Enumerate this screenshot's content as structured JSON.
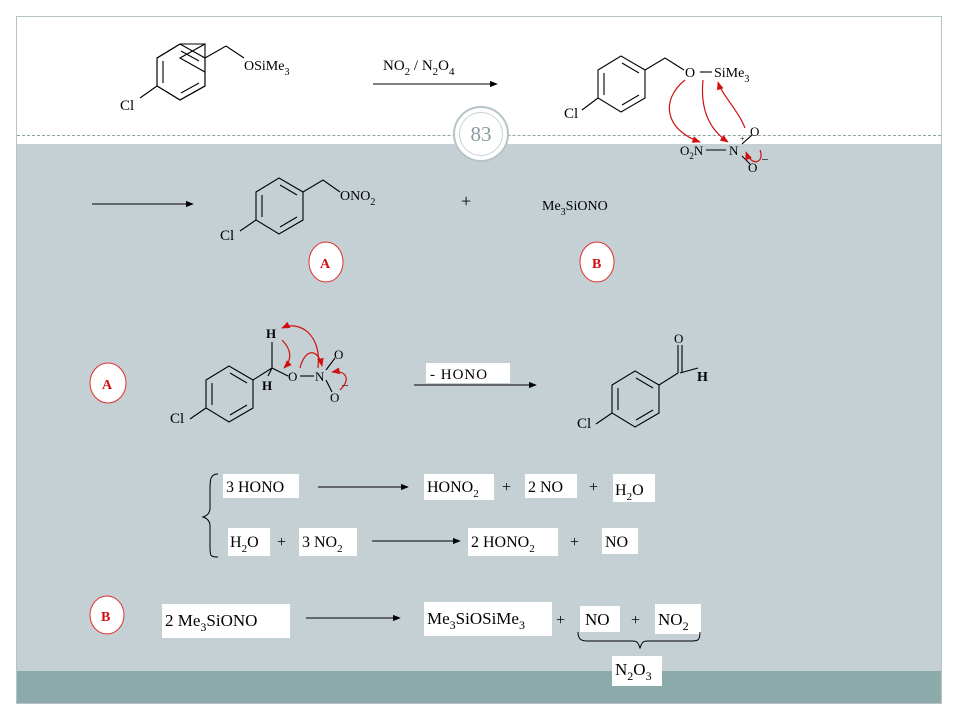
{
  "slide": {
    "page_number": "83"
  },
  "reaction1": {
    "reactant_group": "OSiMe",
    "reactant_group_sub": "3",
    "reagent_parts": [
      "NO",
      "2",
      " / N",
      "2",
      "O",
      "4"
    ],
    "product_A_group": "ONO",
    "product_A_group_sub": "2",
    "plus": "+",
    "product_B_parts": [
      "Me",
      "3",
      "SiONO"
    ],
    "label_A": "A",
    "label_B": "B"
  },
  "mechanism1": {
    "o_atom": "O",
    "si_group": "SiMe",
    "si_group_sub": "3",
    "nitro_parts": [
      "O",
      "2",
      "N"
    ],
    "n_atom": "N",
    "o_top": "O",
    "o_bottom": "O",
    "minus": "–",
    "plus_charge": "+"
  },
  "mechanism2": {
    "label_A": "A",
    "h_top": "H",
    "h_bottom": "H",
    "o_atom": "O",
    "n_atom": "N",
    "o_top": "O",
    "o_bottom": "O",
    "minus": "–",
    "reagent": "- HONO",
    "aldehyde_o": "O",
    "aldehyde_h": "H"
  },
  "hono_equations": {
    "eq1_left": "3 HONO",
    "eq1_product1_parts": [
      "HONO",
      "2"
    ],
    "eq1_plus1": "+",
    "eq1_product2": "2 NO",
    "eq1_plus2": "+",
    "eq1_product3_parts": [
      "H",
      "2",
      "O"
    ],
    "eq2_left1_parts": [
      "H",
      "2",
      "O"
    ],
    "eq2_plus1": "+",
    "eq2_left2_parts": [
      "3 NO",
      "2"
    ],
    "eq2_product1_parts": [
      "2 HONO",
      "2"
    ],
    "eq2_plus2": "+",
    "eq2_product2": "NO"
  },
  "b_equation": {
    "label_B": "B",
    "left_parts": [
      "2  Me",
      "3",
      "SiONO"
    ],
    "product1_parts": [
      "Me",
      "3",
      "SiOSiMe",
      "3"
    ],
    "plus1": "+",
    "product2": "NO",
    "plus2": "+",
    "product3_parts": [
      "NO",
      "2"
    ],
    "combined_parts": [
      "N",
      "2",
      "O",
      "3"
    ]
  },
  "atoms": {
    "chlorine": "Cl"
  },
  "colors": {
    "arrow_red": "#d01010",
    "label_circle": "#e03030",
    "body_bg": "#c5d0d4",
    "footer_bg": "#8daaab"
  }
}
